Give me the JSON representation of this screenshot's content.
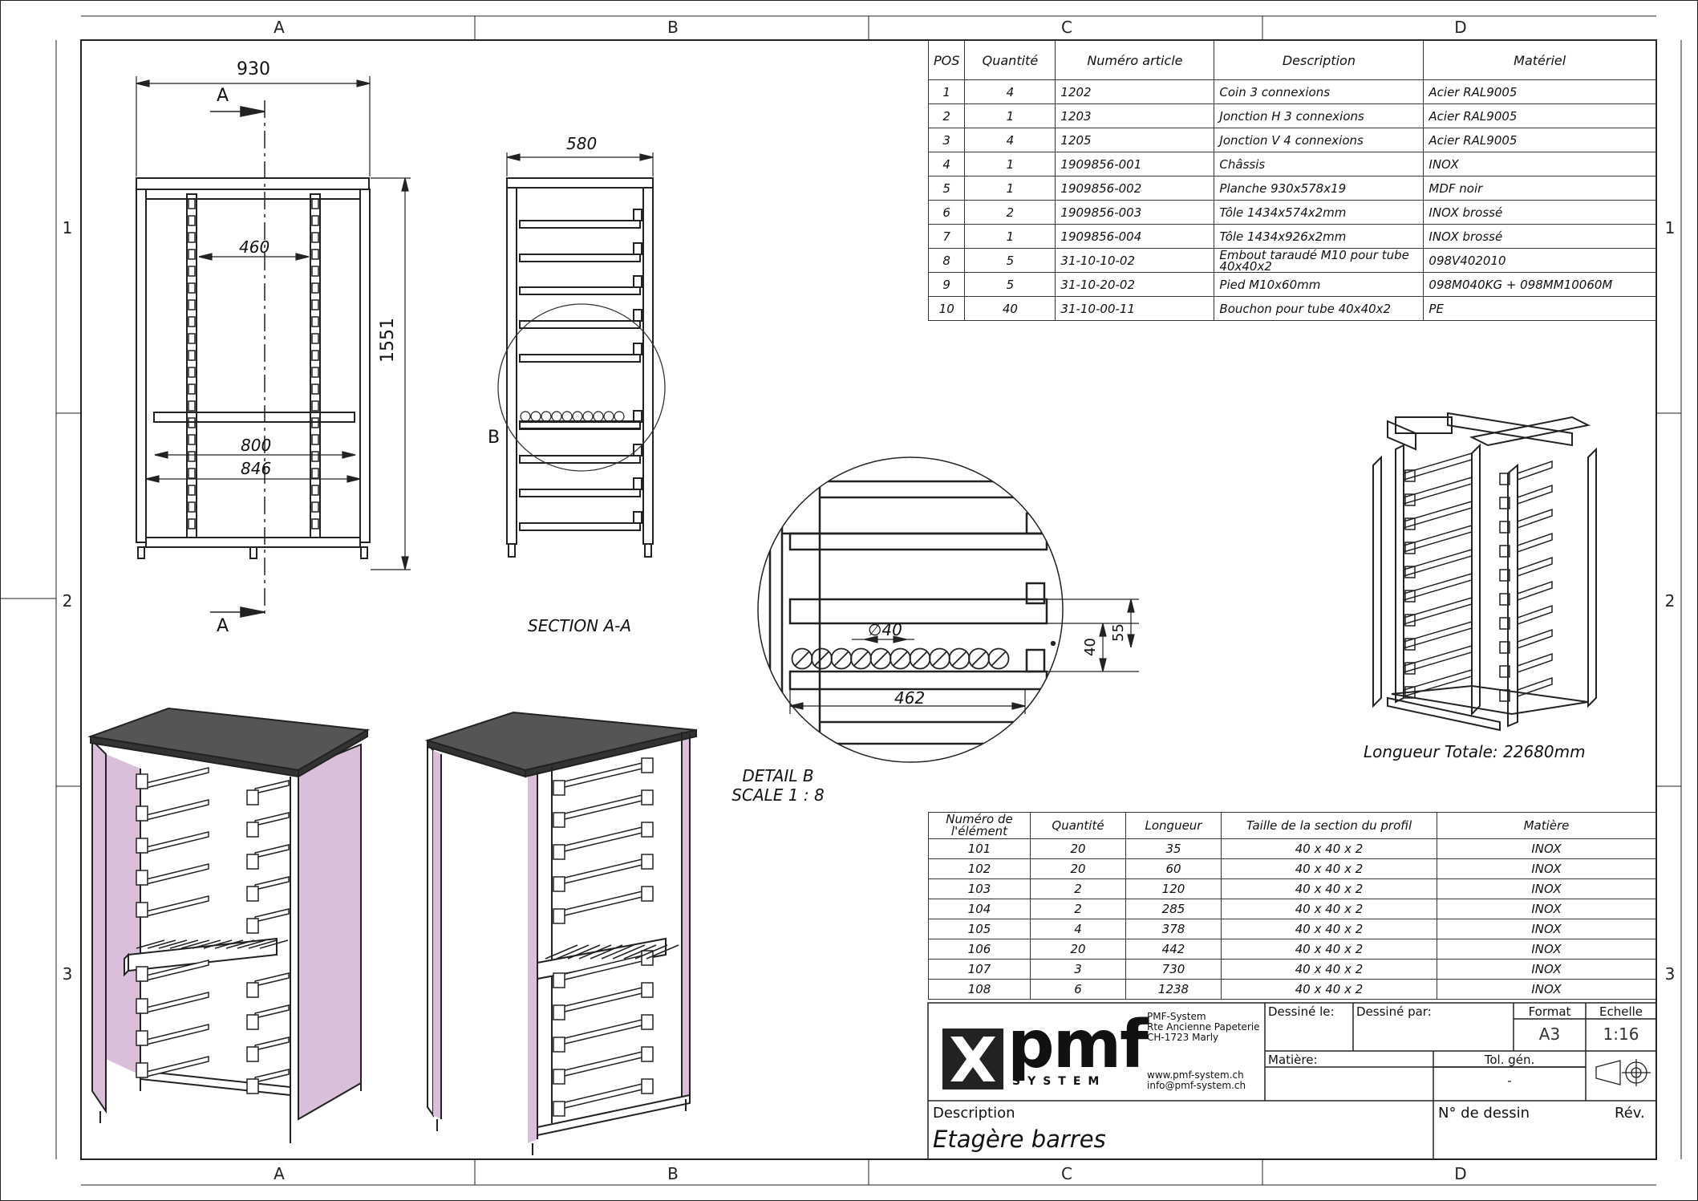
{
  "zones": {
    "columns": [
      "A",
      "B",
      "C",
      "D"
    ],
    "rows": [
      "1",
      "2",
      "3"
    ]
  },
  "dims": {
    "front_width": "930",
    "front_height": "1551",
    "inner_460": "460",
    "inner_800": "800",
    "inner_846": "846",
    "side_width": "580",
    "detail_diam": "∅40",
    "detail_len": "462",
    "detail_40": "40",
    "detail_55": "55",
    "section_letter": "A",
    "detail_letter": "B"
  },
  "labels": {
    "section": "SECTION A-A",
    "detail_line1": "DETAIL B",
    "detail_line2": "SCALE 1 : 8",
    "total_length": "Longueur Totale: 22680mm"
  },
  "bom": {
    "headers": [
      "POS",
      "Quantité",
      "Numéro article",
      "Description",
      "Matériel"
    ],
    "rows": [
      [
        "1",
        "4",
        "1202",
        "Coin 3 connexions",
        "Acier RAL9005"
      ],
      [
        "2",
        "1",
        "1203",
        "Jonction H 3 connexions",
        "Acier RAL9005"
      ],
      [
        "3",
        "4",
        "1205",
        "Jonction V 4 connexions",
        "Acier RAL9005"
      ],
      [
        "4",
        "1",
        "1909856-001",
        "Châssis",
        "INOX"
      ],
      [
        "5",
        "1",
        "1909856-002",
        "Planche 930x578x19",
        "MDF noir"
      ],
      [
        "6",
        "2",
        "1909856-003",
        "Tôle 1434x574x2mm",
        "INOX brossé"
      ],
      [
        "7",
        "1",
        "1909856-004",
        "Tôle 1434x926x2mm",
        "INOX brossé"
      ],
      [
        "8",
        "5",
        "31-10-10-02",
        "Embout taraudé M10 pour tube 40x40x2",
        "098V402010"
      ],
      [
        "9",
        "5",
        "31-10-20-02",
        "Pied M10x60mm",
        "098M040KG + 098MM10060M"
      ],
      [
        "10",
        "40",
        "31-10-00-11",
        "Bouchon pour tube 40x40x2",
        "PE"
      ]
    ]
  },
  "profiles": {
    "headers": [
      "Numéro de l'élément",
      "Quantité",
      "Longueur",
      "Taille  de la section du profil",
      "Matière"
    ],
    "rows": [
      [
        "101",
        "20",
        "35",
        "40 x 40 x 2",
        "INOX"
      ],
      [
        "102",
        "20",
        "60",
        "40 x 40 x 2",
        "INOX"
      ],
      [
        "103",
        "2",
        "120",
        "40 x 40 x 2",
        "INOX"
      ],
      [
        "104",
        "2",
        "285",
        "40 x 40 x 2",
        "INOX"
      ],
      [
        "105",
        "4",
        "378",
        "40 x 40 x 2",
        "INOX"
      ],
      [
        "106",
        "20",
        "442",
        "40 x 40 x 2",
        "INOX"
      ],
      [
        "107",
        "3",
        "730",
        "40 x 40 x 2",
        "INOX"
      ],
      [
        "108",
        "6",
        "1238",
        "40 x 40 x 2",
        "INOX"
      ]
    ]
  },
  "titleblock": {
    "logo_main": "pmf",
    "logo_sub": "SYSTEM",
    "company": "PMF-System",
    "address1": "Rte Ancienne Papeterie",
    "address2": "CH-1723 Marly",
    "web": "www.pmf-system.ch",
    "email": "info@pmf-system.ch",
    "drawn_on": "Dessiné le:",
    "drawn_by": "Dessiné par:",
    "format_label": "Format",
    "format_value": "A3",
    "scale_label": "Echelle",
    "scale_value": "1:16",
    "material_label": "Matière:",
    "tol_label": "Tol. gén.",
    "tol_value": "-",
    "description_label": "Description",
    "description_value": "Etagère barres",
    "drawing_no_label": "N° de dessin",
    "rev_label": "Rév."
  },
  "colors": {
    "panel": "#d9bfd9",
    "top": "#555555",
    "line": "#222222"
  }
}
